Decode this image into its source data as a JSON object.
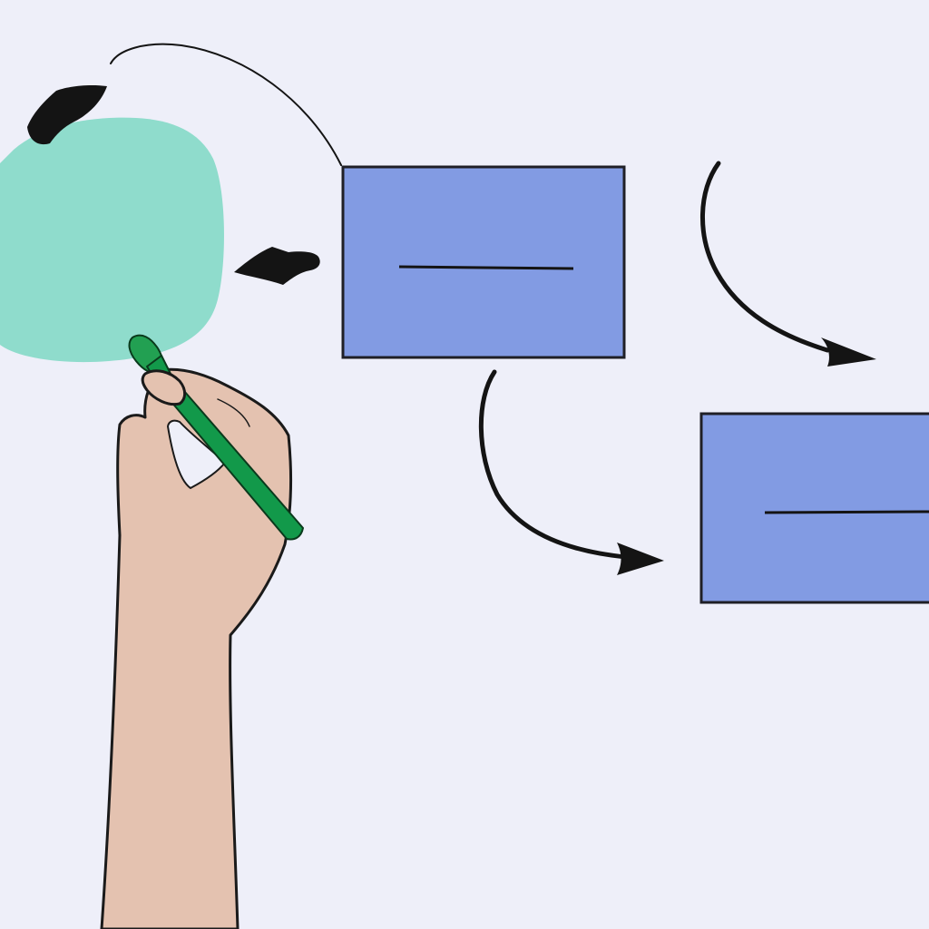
{
  "colors": {
    "background": "#eeeff9",
    "blob_fill": "#8fdccc",
    "box_fill": "#829be3",
    "box_stroke": "#1f1f26",
    "ink": "#141414",
    "skin": "#e4c2b0",
    "skin_outline": "#1a1a1a",
    "pen_body": "#12994a",
    "pen_cap": "#22a052"
  },
  "diagram": {
    "nodes": [
      {
        "id": "blob",
        "shape": "rounded-blob",
        "label": ""
      },
      {
        "id": "box-top",
        "shape": "rectangle",
        "label": ""
      },
      {
        "id": "box-bottom-right",
        "shape": "rectangle",
        "label": ""
      }
    ],
    "edges": [
      {
        "from": "box-top",
        "to": "blob",
        "style": "curved-arrow"
      },
      {
        "from": "box-top",
        "to": "blob",
        "style": "straight-arrow"
      },
      {
        "from": "box-top",
        "to": "box-bottom-right",
        "style": "curved-arrow"
      },
      {
        "from": "box-top",
        "to": "box-bottom-right",
        "style": "curved-arrow"
      }
    ],
    "illustration": {
      "hand": "hand-holding-pen-icon",
      "pen": "green-marker-icon"
    }
  }
}
